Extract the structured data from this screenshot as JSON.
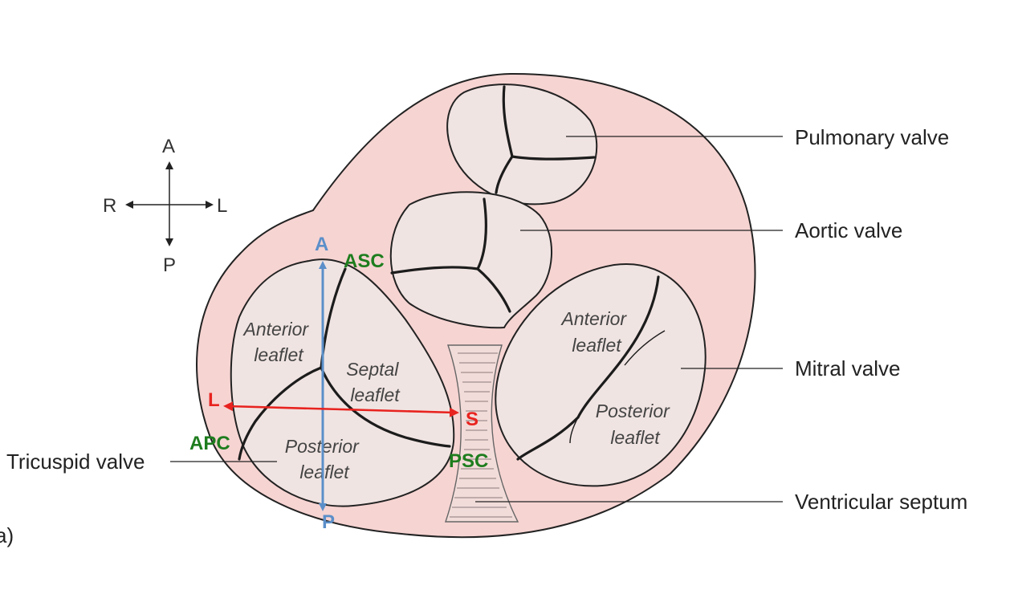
{
  "callouts": {
    "pulmonary": "Pulmonary valve",
    "aortic": "Aortic valve",
    "mitral": "Mitral valve",
    "tricuspid": "Tricuspid valve",
    "septum": "Ventricular septum"
  },
  "panel_label": "a)",
  "orientation": {
    "anterior": "A",
    "posterior": "P",
    "right": "R",
    "left": "L"
  },
  "tricuspid_leaflets": {
    "anterior": [
      "Anterior",
      "leaflet"
    ],
    "septal": [
      "Septal",
      "leaflet"
    ],
    "posterior": [
      "Posterior",
      "leaflet"
    ]
  },
  "mitral_leaflets": {
    "anterior": [
      "Anterior",
      "leaflet"
    ],
    "posterior": [
      "Posterior",
      "leaflet"
    ]
  },
  "markers": {
    "ap_top": "A",
    "ap_bottom": "P",
    "lateral": "L",
    "septal": "S",
    "asc": "ASC",
    "apc": "APC",
    "psc": "PSC"
  },
  "colors": {
    "heart_fill": "#f6d4d2",
    "valve_fill": "#f0e4e2",
    "blue_axis": "#5b8fc9",
    "red_axis": "#e8231f",
    "commissure_green": "#1e7d1e"
  }
}
